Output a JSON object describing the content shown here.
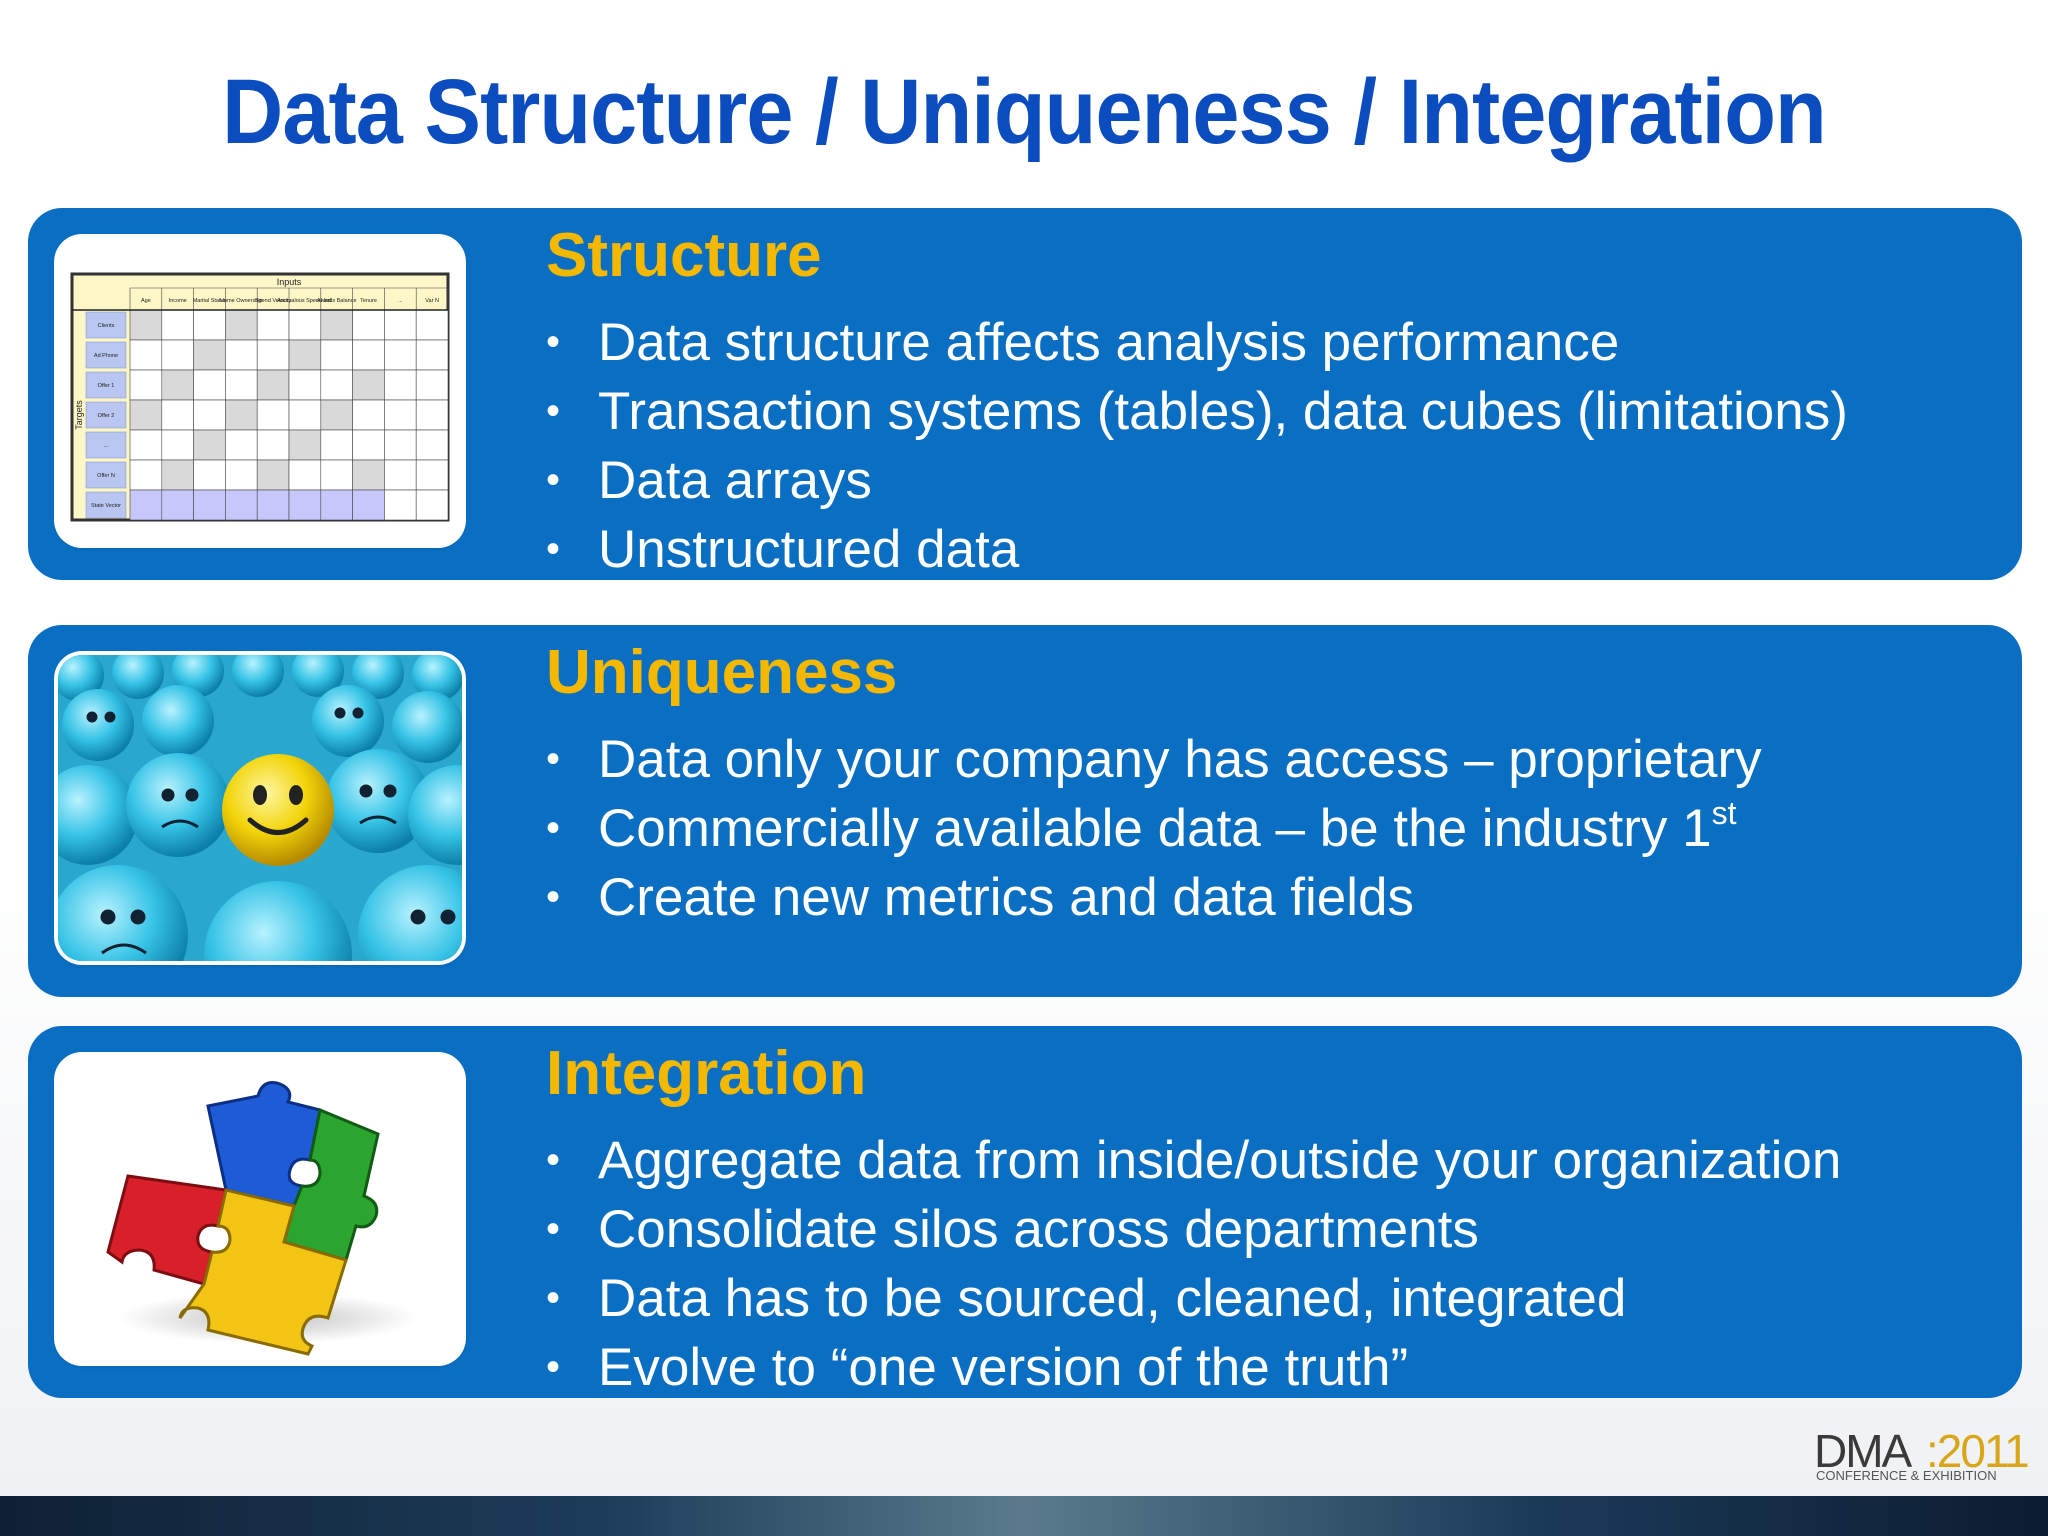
{
  "slide": {
    "title": "Data Structure / Uniqueness / Integration"
  },
  "panels": [
    {
      "heading": "Structure",
      "bullets": [
        "Data structure affects analysis performance",
        "Transaction systems (tables), data cubes (limitations)",
        "Data arrays",
        "Unstructured data"
      ],
      "image": "data-table-thumbnail"
    },
    {
      "heading": "Uniqueness",
      "bullets": [
        "Data only your company has access – proprietary",
        "Commercially available data – be the industry 1",
        "Create new metrics and data fields"
      ],
      "bullet2_sup": "st",
      "image": "smiley-crowd-photo"
    },
    {
      "heading": "Integration",
      "bullets": [
        "Aggregate data from inside/outside your organization",
        "Consolidate silos across departments",
        "Data has to be sourced, cleaned, integrated",
        "Evolve to “one version of the truth”"
      ],
      "image": "puzzle-pieces-icon"
    }
  ],
  "thumb_table": {
    "header_group": "Inputs",
    "side_label": "Targets",
    "columns": [
      "Age",
      "Income",
      "Marital Status",
      "Home Ownership",
      "Spend Velocity",
      "Anomalous Spend Ind.",
      "Awards Balance",
      "Tenure",
      "...",
      "Var N"
    ],
    "rows": [
      "Clients",
      "Ad Phone",
      "Offer 1",
      "Offer 2",
      "...",
      "Offer N",
      "State Vector"
    ]
  },
  "logo": {
    "dma": "DMA",
    "year": ":2011",
    "subtitle": "CONFERENCE & EXHIBITION"
  },
  "colors": {
    "title": "#0b4cbf",
    "panel": "#0a6ec2",
    "heading": "#f5b800",
    "bullet_text": "#ffffff"
  }
}
